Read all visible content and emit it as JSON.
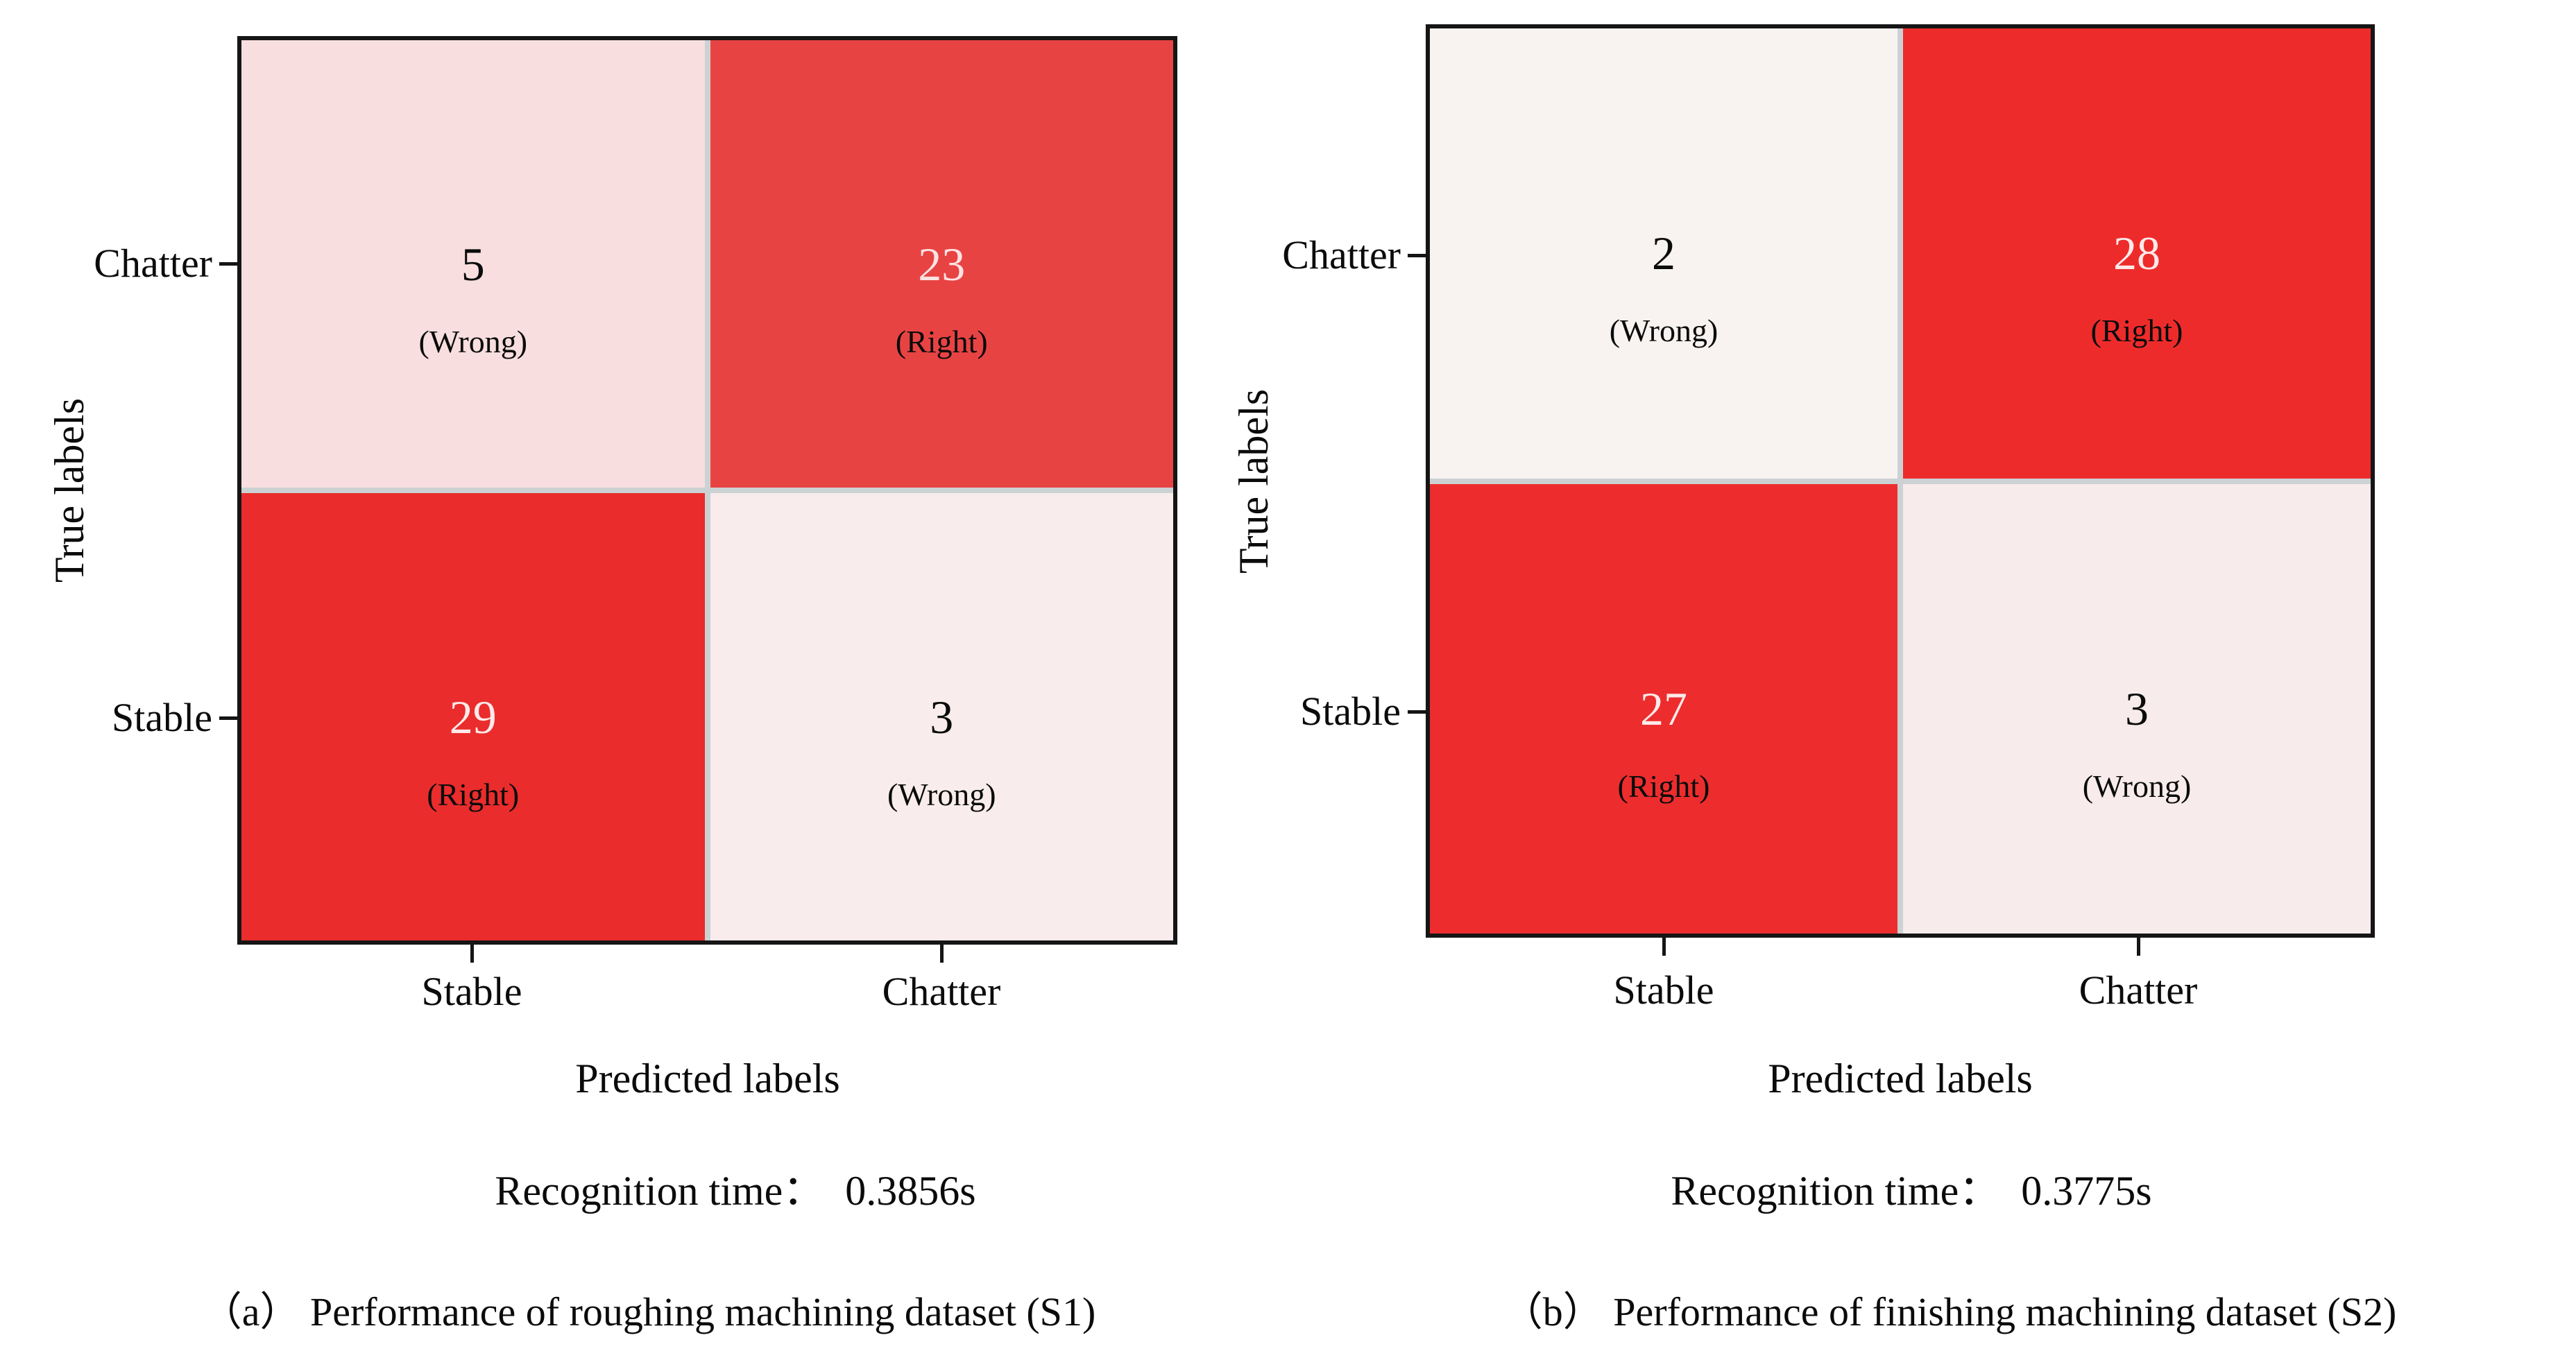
{
  "figure": {
    "background": "#ffffff",
    "plot_border_color": "#151515",
    "cell_divider_color": "#ccd2d4",
    "light_value_text_color": "#ffe9e9",
    "dark_text_color": "#0b0b0b"
  },
  "panels": [
    {
      "id": "a",
      "y_axis_label": "True labels",
      "x_axis_label": "Predicted labels",
      "y_tick_top": "Chatter",
      "y_tick_bottom": "Stable",
      "x_tick_left": "Stable",
      "x_tick_right": "Chatter",
      "recognition_line": "Recognition time：  0.3856s",
      "caption": "（a） Performance of roughing machining dataset (S1)",
      "cells": [
        {
          "row": "Chatter",
          "col": "Stable",
          "value": "5",
          "tag": "(Wrong)",
          "bg": "#f8dede",
          "value_color": "#0b0b0b"
        },
        {
          "row": "Chatter",
          "col": "Chatter",
          "value": "23",
          "tag": "(Right)",
          "bg": "#e84343",
          "value_color": "#fce2e2"
        },
        {
          "row": "Stable",
          "col": "Stable",
          "value": "29",
          "tag": "(Right)",
          "bg": "#ea2c2c",
          "value_color": "#ffe9e9"
        },
        {
          "row": "Stable",
          "col": "Chatter",
          "value": "3",
          "tag": "(Wrong)",
          "bg": "#f8ecec",
          "value_color": "#0b0b0b"
        }
      ]
    },
    {
      "id": "b",
      "y_axis_label": "True labels",
      "x_axis_label": "Predicted labels",
      "y_tick_top": "Chatter",
      "y_tick_bottom": "Stable",
      "x_tick_left": "Stable",
      "x_tick_right": "Chatter",
      "recognition_line": "Recognition time：  0.3775s",
      "caption": "（b） Performance of finishing machining dataset (S2)",
      "cells": [
        {
          "row": "Chatter",
          "col": "Stable",
          "value": "2",
          "tag": "(Wrong)",
          "bg": "#f8f2f1",
          "value_color": "#0b0b0b"
        },
        {
          "row": "Chatter",
          "col": "Chatter",
          "value": "28",
          "tag": "(Right)",
          "bg": "#ee2b2b",
          "value_color": "#ffe9e9"
        },
        {
          "row": "Stable",
          "col": "Stable",
          "value": "27",
          "tag": "(Right)",
          "bg": "#ed2d2d",
          "value_color": "#ffe9e9"
        },
        {
          "row": "Stable",
          "col": "Chatter",
          "value": "3",
          "tag": "(Wrong)",
          "bg": "#f8ebeb",
          "value_color": "#0b0b0b"
        }
      ]
    }
  ],
  "chart_data": [
    {
      "type": "heatmap",
      "title": "Performance of roughing machining dataset (S1)",
      "xlabel": "Predicted labels",
      "ylabel": "True labels",
      "x_categories": [
        "Stable",
        "Chatter"
      ],
      "y_categories": [
        "Chatter",
        "Stable"
      ],
      "values": [
        [
          5,
          23
        ],
        [
          29,
          3
        ]
      ],
      "cell_annotations": [
        [
          "Wrong",
          "Right"
        ],
        [
          "Right",
          "Wrong"
        ]
      ],
      "recognition_time": "0.3856s",
      "colormap": "white-to-red, shade proportional to count",
      "legend": "none",
      "grid": false
    },
    {
      "type": "heatmap",
      "title": "Performance of finishing machining dataset (S2)",
      "xlabel": "Predicted labels",
      "ylabel": "True labels",
      "x_categories": [
        "Stable",
        "Chatter"
      ],
      "y_categories": [
        "Chatter",
        "Stable"
      ],
      "values": [
        [
          2,
          28
        ],
        [
          27,
          3
        ]
      ],
      "cell_annotations": [
        [
          "Wrong",
          "Right"
        ],
        [
          "Right",
          "Wrong"
        ]
      ],
      "recognition_time": "0.3775s",
      "colormap": "white-to-red, shade proportional to count",
      "legend": "none",
      "grid": false
    }
  ]
}
